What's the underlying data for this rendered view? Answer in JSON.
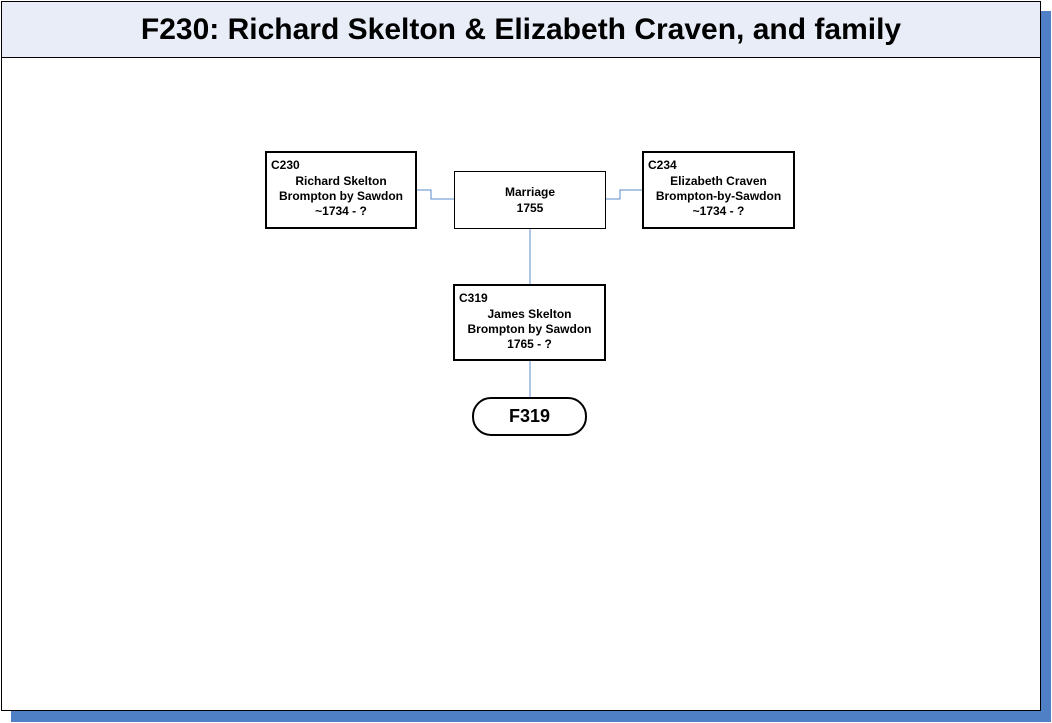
{
  "title": "F230: Richard Skelton & Elizabeth Craven, and family",
  "father": {
    "code": "C230",
    "name": "Richard Skelton",
    "place": "Brompton by Sawdon",
    "dates": "~1734 - ?"
  },
  "mother": {
    "code": "C234",
    "name": "Elizabeth Craven",
    "place": "Brompton-by-Sawdon",
    "dates": "~1734 - ?"
  },
  "marriage": {
    "label": "Marriage",
    "year": "1755"
  },
  "child": {
    "code": "C319",
    "name": "James Skelton",
    "place": "Brompton by Sawdon",
    "dates": "1765 - ?"
  },
  "child_family_link": "F319",
  "colors": {
    "connector": "#5b8ac9",
    "shadow": "#4f7fc4",
    "title_background": "#e8edf7"
  }
}
